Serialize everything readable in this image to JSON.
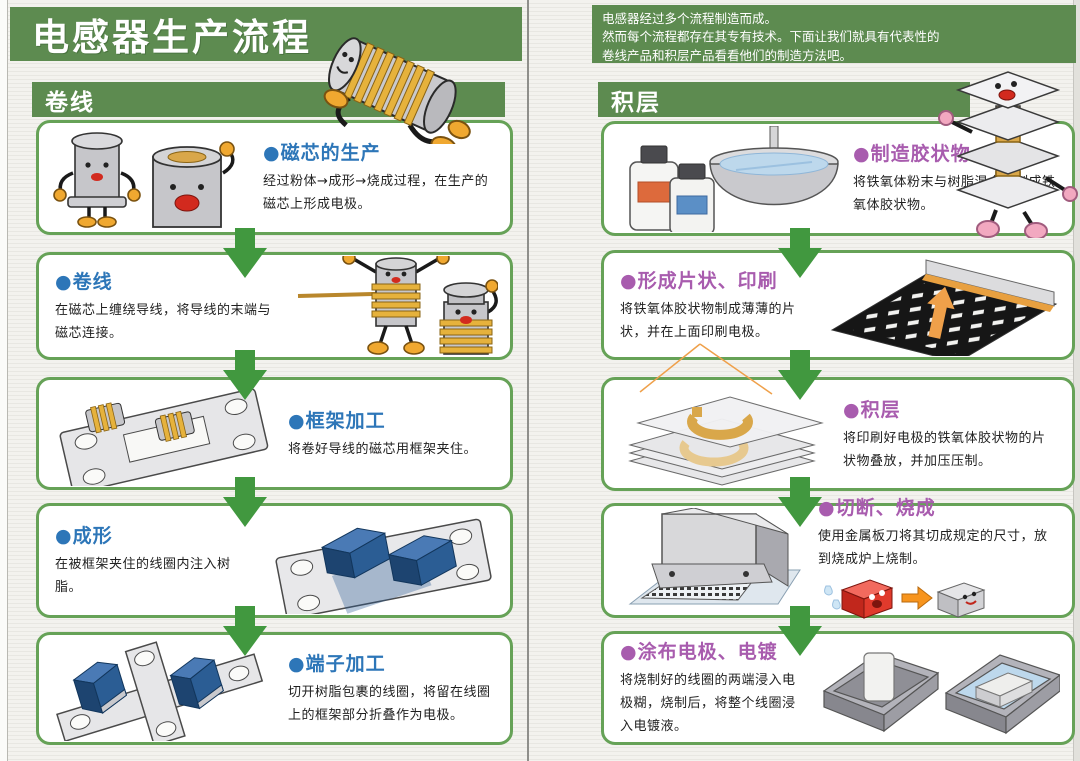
{
  "ui": {
    "bullet": "●"
  },
  "page": {
    "title": "电感器生产流程",
    "intro_lines": [
      "电感器经过多个流程制造而成。",
      "然而每个流程都存在其专有技术。下面让我们就具有代表性的",
      "卷线产品和积层产品看看他们的制造方法吧。"
    ]
  },
  "colors": {
    "header_green": "#5d8b50",
    "box_border_green": "#66a257",
    "arrow_green": "#41983f",
    "winding_accent_blue": "#2d76b8",
    "multilayer_accent_purple": "#a85cae"
  },
  "columns": [
    {
      "id": "winding",
      "header": "卷线",
      "steps": [
        {
          "title": "磁芯的生产",
          "body": "经过粉体→成形→烧成过程，在生产的磁芯上形成电极。"
        },
        {
          "title": "卷线",
          "body": "在磁芯上缠绕导线，将导线的末端与磁芯连接。"
        },
        {
          "title": "框架加工",
          "body": "将卷好导线的磁芯用框架夹住。"
        },
        {
          "title": "成形",
          "body": "在被框架夹住的线圈内注入树脂。"
        },
        {
          "title": "端子加工",
          "body": "切开树脂包裹的线圈，将留在线圈上的框架部分折叠作为电极。"
        }
      ]
    },
    {
      "id": "multilayer",
      "header": "积层",
      "steps": [
        {
          "title": "制造胶状物",
          "body": "将铁氧体粉末与树脂混合，制成铁氧体胶状物。"
        },
        {
          "title": "形成片状、印刷",
          "body": "将铁氧体胶状物制成薄薄的片状，并在上面印刷电极。"
        },
        {
          "title": "积层",
          "body": "将印刷好电极的铁氧体胶状物的片状物叠放，并加压压制。"
        },
        {
          "title": "切断、烧成",
          "body": "使用金属板刀将其切成规定的尺寸，放到烧成炉上烧制。"
        },
        {
          "title": "涂布电极、电镀",
          "body": "将烧制好的线圈的两端浸入电极糊，烧制后，将整个线圈浸入电镀液。"
        }
      ]
    }
  ]
}
